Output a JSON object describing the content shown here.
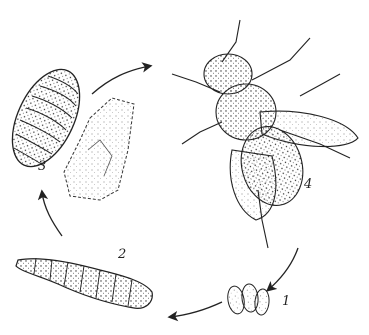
{
  "figure": {
    "stages": [
      {
        "id": "egg",
        "label": "1"
      },
      {
        "id": "larva",
        "label": "2"
      },
      {
        "id": "pupa",
        "label": "3"
      },
      {
        "id": "adult",
        "label": "4"
      }
    ],
    "colors": {
      "ink": "#222222",
      "paper": "#ffffff"
    }
  }
}
